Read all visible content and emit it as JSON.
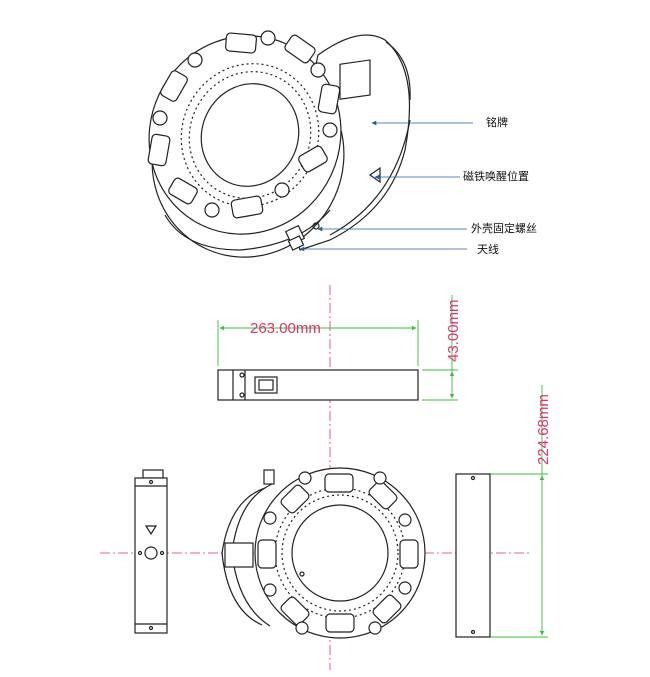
{
  "callouts": {
    "nameplate": "铭牌",
    "magnet_sensor": "磁铁唤醒位置",
    "shell_screw": "外壳固定螺丝",
    "antenna": "天线"
  },
  "dimensions": {
    "width": "263.00mm",
    "height": "43.00mm",
    "diameter": "224.68mm"
  },
  "colors": {
    "line": "#222222",
    "leader": "#1f5fa8",
    "centerline": "#e0316b",
    "dimension": "#3bbf3b"
  }
}
